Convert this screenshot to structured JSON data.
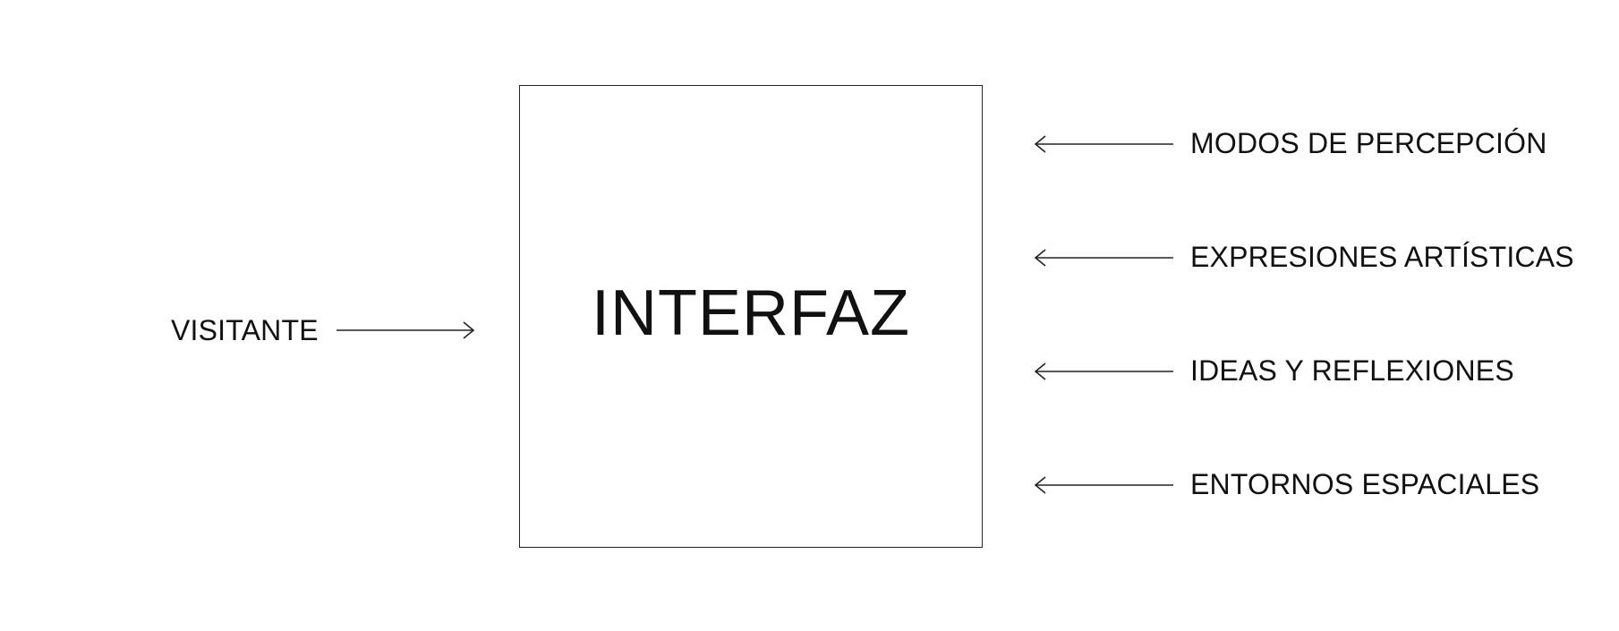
{
  "visitor": {
    "label": "VISITANTE"
  },
  "interface": {
    "title": "INTERFAZ"
  },
  "inputs": [
    {
      "label": "MODOS DE PERCEPCIÓN"
    },
    {
      "label": "EXPRESIONES ARTÍSTICAS"
    },
    {
      "label": "IDEAS Y REFLEXIONES"
    },
    {
      "label": "ENTORNOS ESPACIALES"
    }
  ]
}
